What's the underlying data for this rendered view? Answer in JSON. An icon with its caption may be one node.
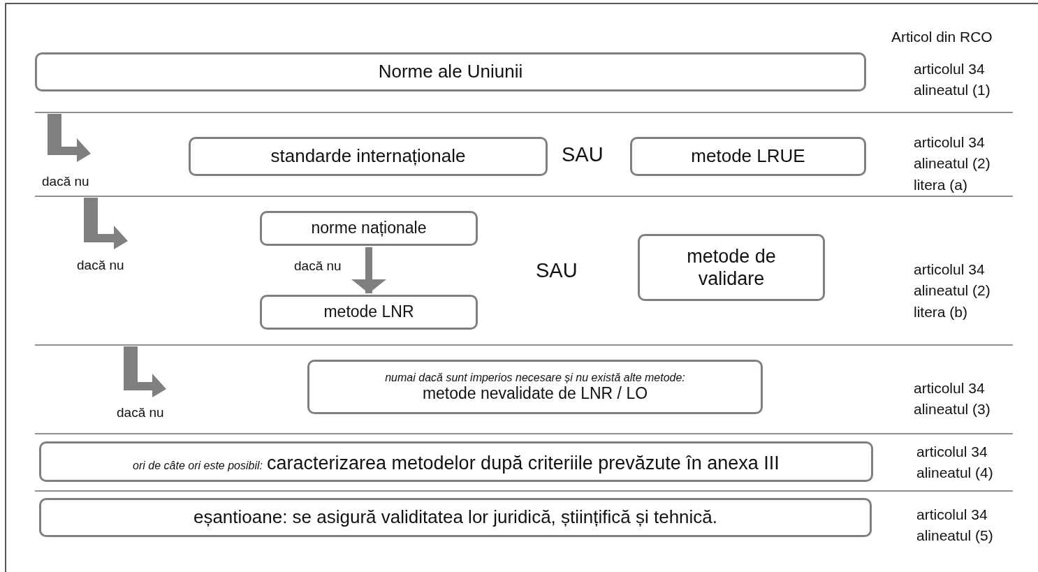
{
  "diagram": {
    "nodes": [
      {
        "text": [
          "Norme ale Uniunii"
        ]
      },
      {
        "text": [
          "standarde internaționale"
        ]
      },
      {
        "text": [
          "metode LRUE"
        ]
      },
      {
        "text": [
          "norme naționale"
        ]
      },
      {
        "text": [
          "metode LNR"
        ]
      },
      {
        "text": [
          "metode de validare"
        ]
      },
      {
        "text": [
          "numai dacă sunt imperios necesare și nu există alte metode:",
          "metode nevalidate de LNR / LO"
        ]
      },
      {
        "text": [
          "ori de câte ori este posibil:",
          "caracterizarea metodelor după criteriile prevăzute în anexa III"
        ]
      },
      {
        "text": [
          "eșantioane: se asigură validitatea lor juridică, științifică și tehnică."
        ]
      }
    ],
    "edges": [
      {
        "from": 3,
        "to": 4,
        "arrow": "to",
        "label": "dacă nu"
      }
    ],
    "labels": [
      "Articol din RCO",
      "articolul 34 alineatul (1)",
      "dacă nu",
      "SAU",
      "articolul 34 alineatul (2) litera (a)",
      "dacă nu",
      "SAU",
      "articolul 34 alineatul (2) litera (b)",
      "dacă nu",
      "articolul 34 alineatul (3)",
      "articolul 34 alineatul (4)",
      "articolul 34 alineatul (5)"
    ]
  }
}
